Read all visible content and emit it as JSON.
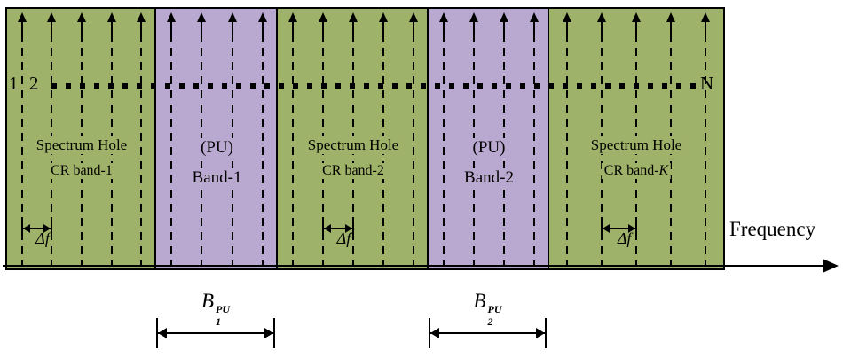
{
  "figure": {
    "index_labels": {
      "first": "1",
      "second": "2",
      "last": "N"
    },
    "axis_label": "Frequency",
    "bands": [
      {
        "kind": "spectrum-hole",
        "label_top": "Spectrum Hole",
        "label_bottom": "CR band-1",
        "delta_label": "Δf"
      },
      {
        "kind": "pu-band",
        "label_top": "(PU)",
        "label_bottom": "Band-1"
      },
      {
        "kind": "spectrum-hole",
        "label_top": "Spectrum Hole",
        "label_bottom": "CR band-2",
        "delta_label": "Δf"
      },
      {
        "kind": "pu-band",
        "label_top": "(PU)",
        "label_bottom": "Band-2"
      },
      {
        "kind": "spectrum-hole",
        "label_top": "Spectrum Hole",
        "label_bottom_prefix": "CR band-",
        "label_bottom_suffix": "K",
        "delta_label": "Δf"
      }
    ],
    "bandwidth_markers": [
      {
        "base": "B",
        "sub": "1",
        "sup": "PU"
      },
      {
        "base": "B",
        "sub": "2",
        "sup": "PU"
      }
    ],
    "colors": {
      "spectrum_hole_green": "#9fb269",
      "pu_band_purple": "#b9a8cf",
      "line_black": "#000000"
    }
  }
}
